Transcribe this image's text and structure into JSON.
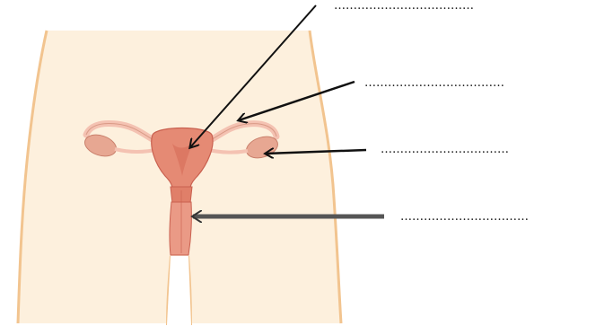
{
  "colors": {
    "background": "#ffffff",
    "body_fill": "#fdf0dd",
    "body_outline": "#f2c48f",
    "organ_fill": "#e58a74",
    "organ_dark": "#c9604f",
    "tube_fill": "#f4c2b2",
    "ovary_fill": "#e7a792",
    "arrow_black": "#111111",
    "arrow_gray": "#555555"
  },
  "labels": [
    {
      "id": "label-1",
      "text": "………………………………"
    },
    {
      "id": "label-2",
      "text": "………………………………"
    },
    {
      "id": "label-3",
      "text": "……………………………"
    },
    {
      "id": "label-4",
      "text": "……………………………"
    }
  ]
}
